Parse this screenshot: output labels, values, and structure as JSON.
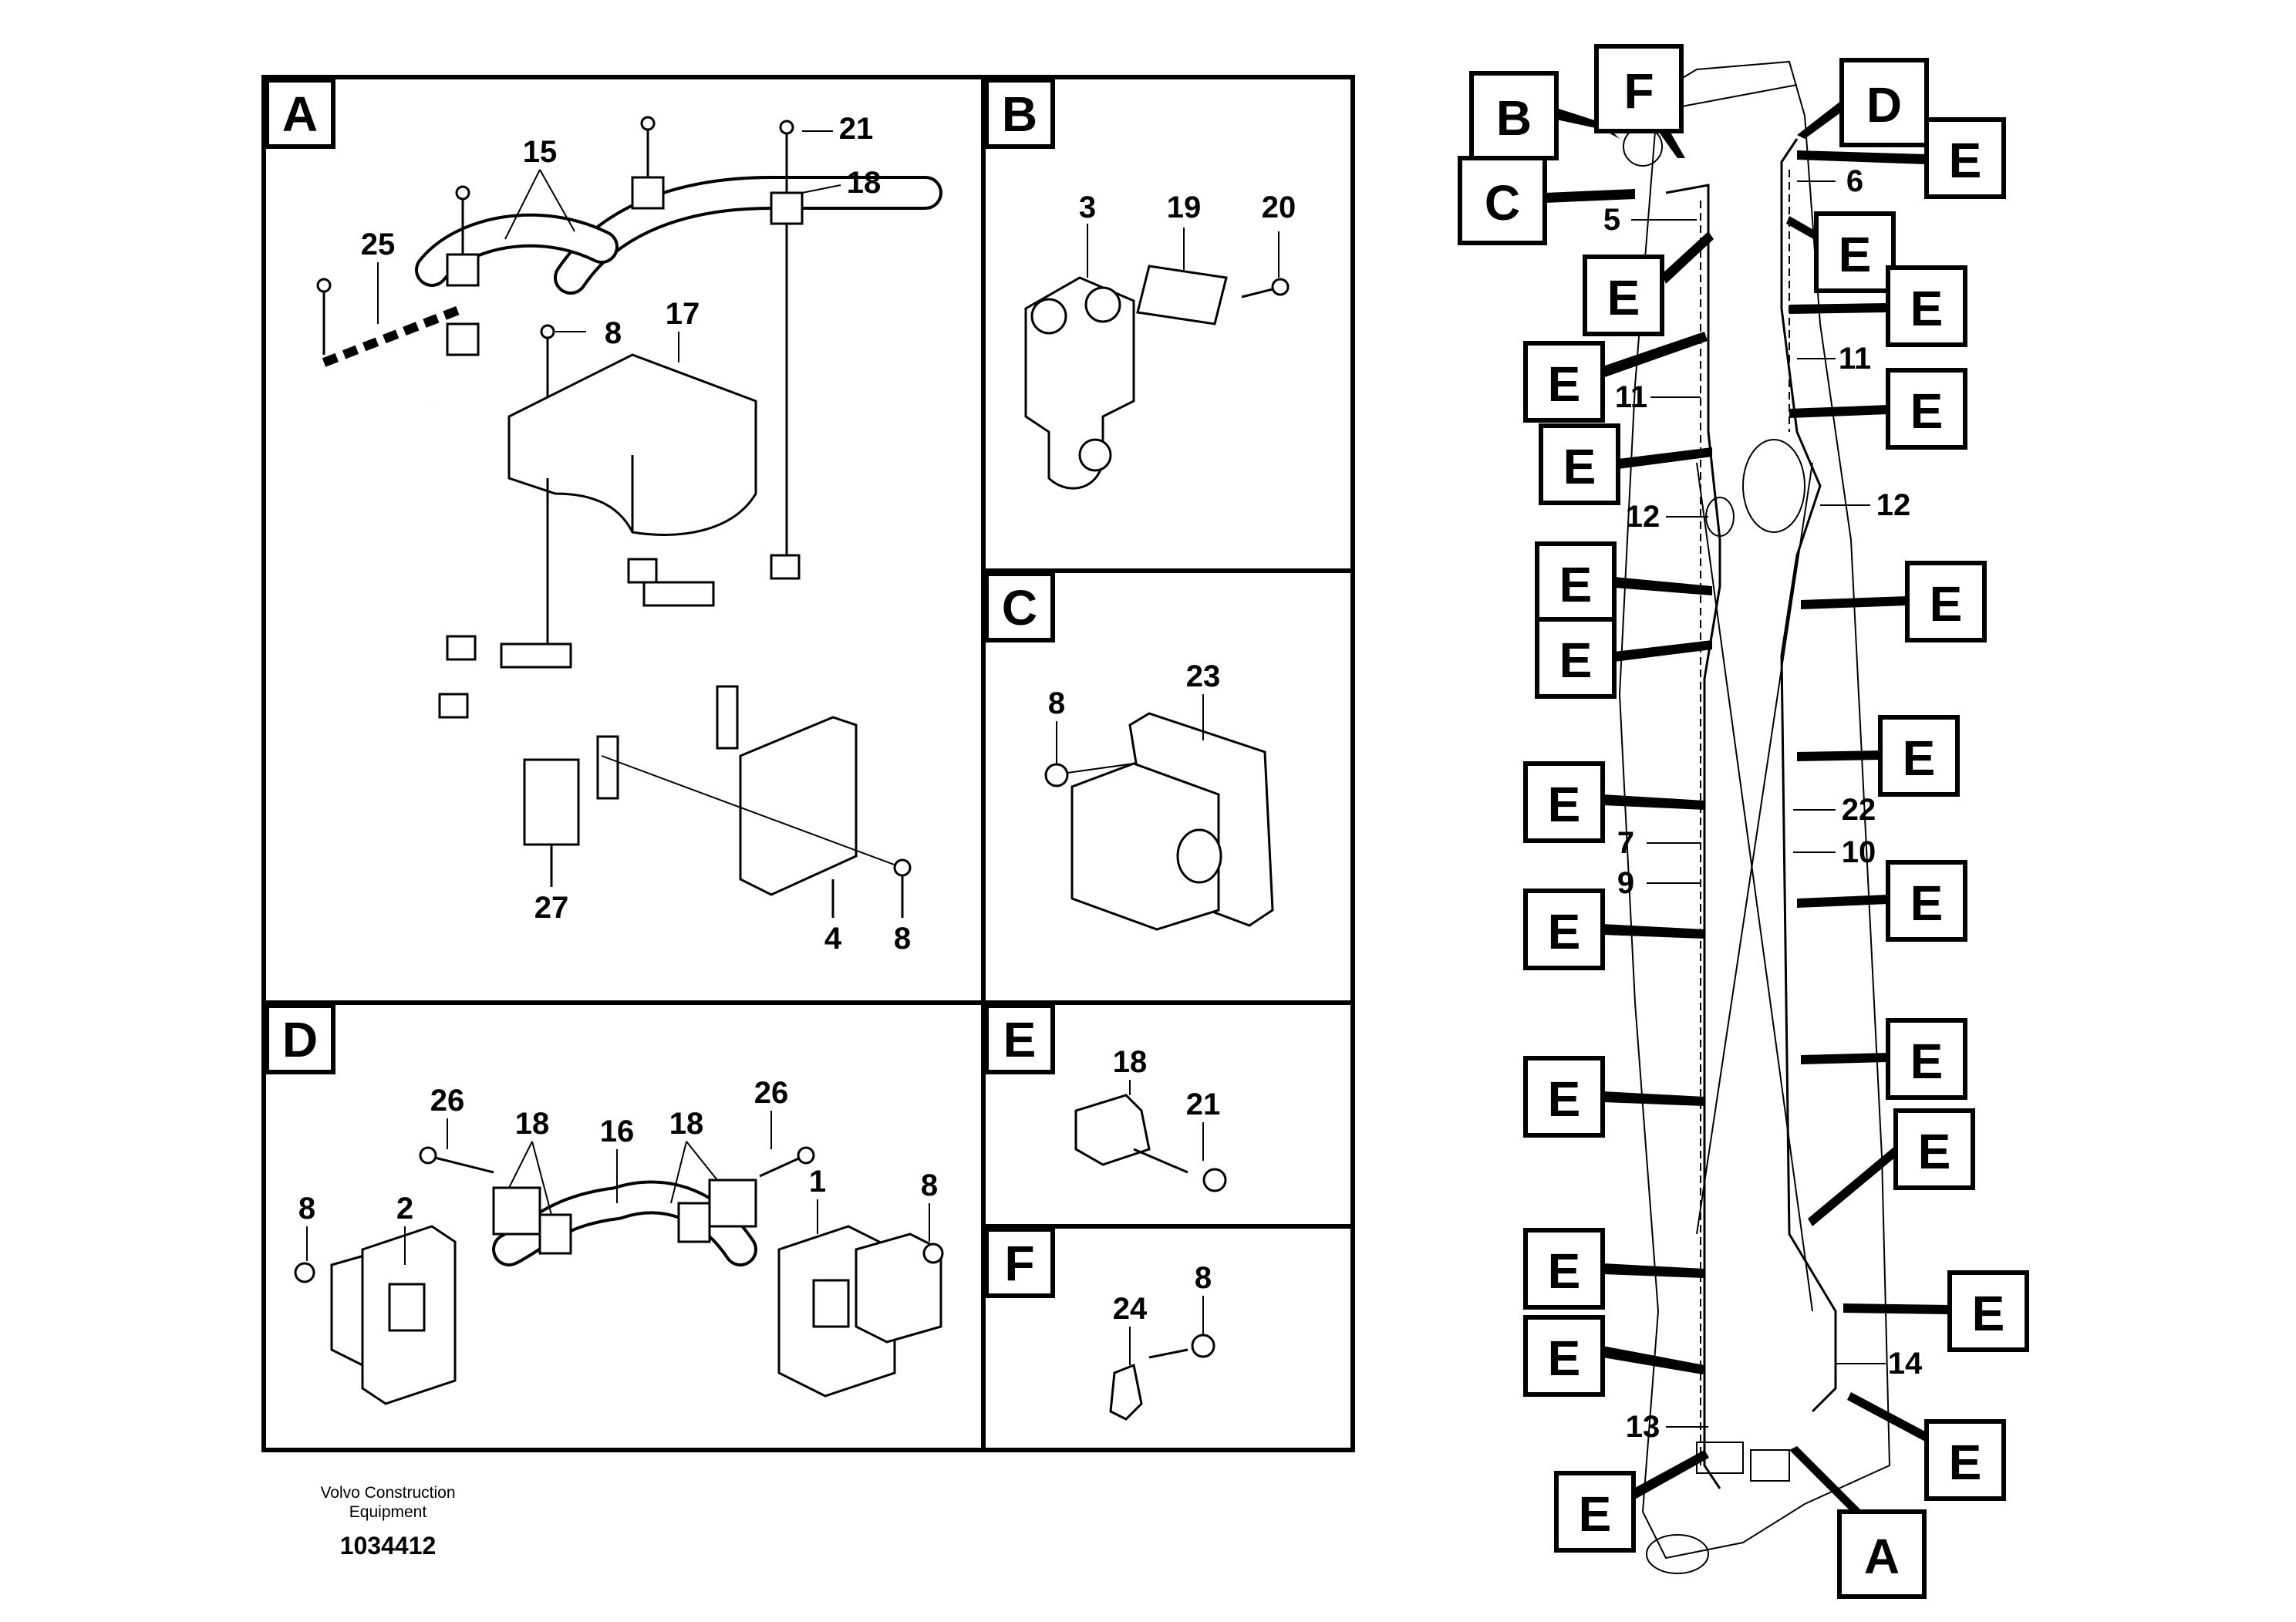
{
  "footer": {
    "company_line1": "Volvo Construction",
    "company_line2": "Equipment",
    "drawing_number": "1034412"
  },
  "panels": {
    "A": {
      "letter": "A",
      "labels": {
        "n15": "15",
        "n21": "21",
        "n18": "18",
        "n25": "25",
        "n8a": "8",
        "n17": "17",
        "n27": "27",
        "n4": "4",
        "n8b": "8"
      }
    },
    "B": {
      "letter": "B",
      "labels": {
        "n3": "3",
        "n19": "19",
        "n20": "20"
      }
    },
    "C": {
      "letter": "C",
      "labels": {
        "n8": "8",
        "n23": "23"
      }
    },
    "D": {
      "letter": "D",
      "labels": {
        "n26a": "26",
        "n18a": "18",
        "n16": "16",
        "n18b": "18",
        "n26b": "26",
        "n8a": "8",
        "n2": "2",
        "n1": "1",
        "n8b": "8"
      }
    },
    "E": {
      "letter": "E",
      "labels": {
        "n18": "18",
        "n21": "21"
      }
    },
    "F": {
      "letter": "F",
      "labels": {
        "n24": "24",
        "n8": "8"
      }
    }
  },
  "boom": {
    "callouts": {
      "B": "B",
      "F": "F",
      "D": "D",
      "C": "C",
      "A": "A",
      "E": "E"
    },
    "labels": {
      "n5": "5",
      "n6": "6",
      "n11a": "11",
      "n11b": "11",
      "n12a": "12",
      "n12b": "12",
      "n22": "22",
      "n10": "10",
      "n7": "7",
      "n9": "9",
      "n14": "14",
      "n13": "13"
    }
  }
}
